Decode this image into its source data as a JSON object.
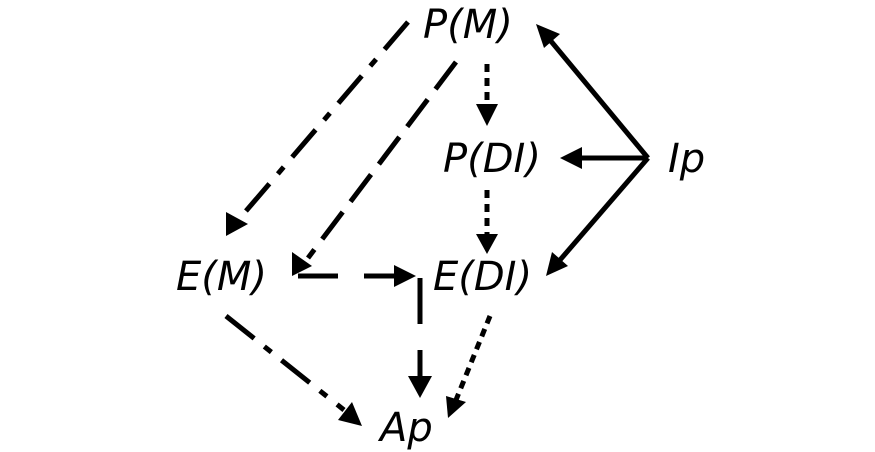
{
  "nodes": {
    "pm": "P(M)",
    "pdi": "P(DI)",
    "ip": "Ip",
    "em": "E(M)",
    "edi": "E(DI)",
    "ap": "Ap"
  },
  "edges": [
    {
      "from": "P(M)",
      "to": "E(M)",
      "style": "dash-dot"
    },
    {
      "from": "P(M)",
      "to": "E(M)",
      "style": "dashed"
    },
    {
      "from": "P(M)",
      "to": "P(DI)",
      "style": "dotted"
    },
    {
      "from": "P(DI)",
      "to": "E(DI)",
      "style": "dotted"
    },
    {
      "from": "Ip",
      "to": "P(M)",
      "style": "solid"
    },
    {
      "from": "Ip",
      "to": "P(DI)",
      "style": "solid"
    },
    {
      "from": "Ip",
      "to": "E(DI)",
      "style": "solid"
    },
    {
      "from": "E(M)",
      "to": "E(DI)",
      "style": "dashed"
    },
    {
      "from": "E(M)",
      "to": "Ap",
      "style": "dash-dot"
    },
    {
      "from": "E(M)/E(DI)",
      "to": "Ap",
      "style": "solid"
    },
    {
      "from": "E(DI)",
      "to": "Ap",
      "style": "dotted"
    }
  ],
  "colors": {
    "ink": "#000000",
    "background": "#ffffff"
  }
}
